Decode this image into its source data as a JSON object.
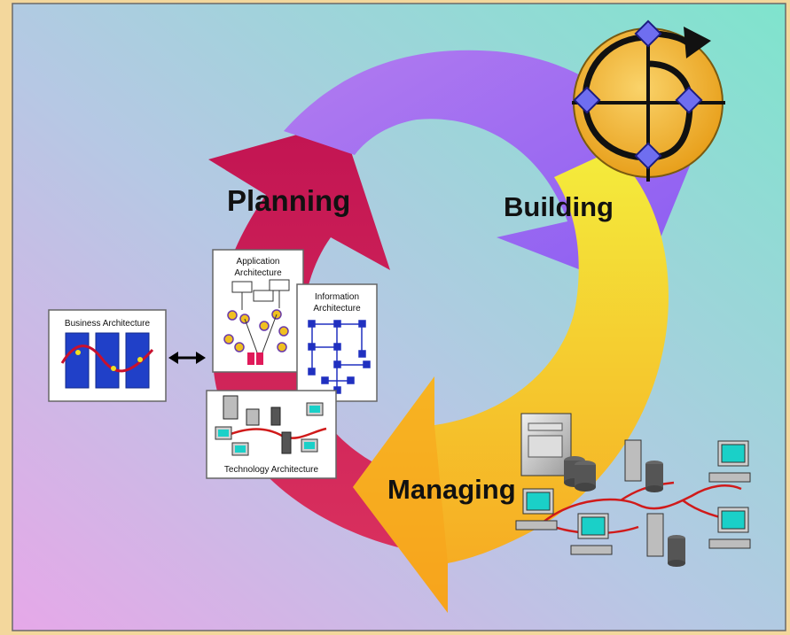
{
  "phases": {
    "planning": "Planning",
    "building": "Building",
    "managing": "Managing"
  },
  "panels": {
    "business": "Business Architecture",
    "application_line1": "Application",
    "application_line2": "Architecture",
    "information_line1": "Information",
    "information_line2": "Architecture",
    "technology": "Technology Architecture"
  },
  "colors": {
    "planning_arrow": "#c8124f",
    "building_arrow": "#9b6cf0",
    "managing_arrow": "#f7a31a",
    "target_disc": "#f0b22a",
    "network_line": "#d01a1a"
  },
  "icons": {
    "target": "target-cycle-icon",
    "exchange": "double-arrow-icon",
    "network": "computer-network-icon"
  }
}
